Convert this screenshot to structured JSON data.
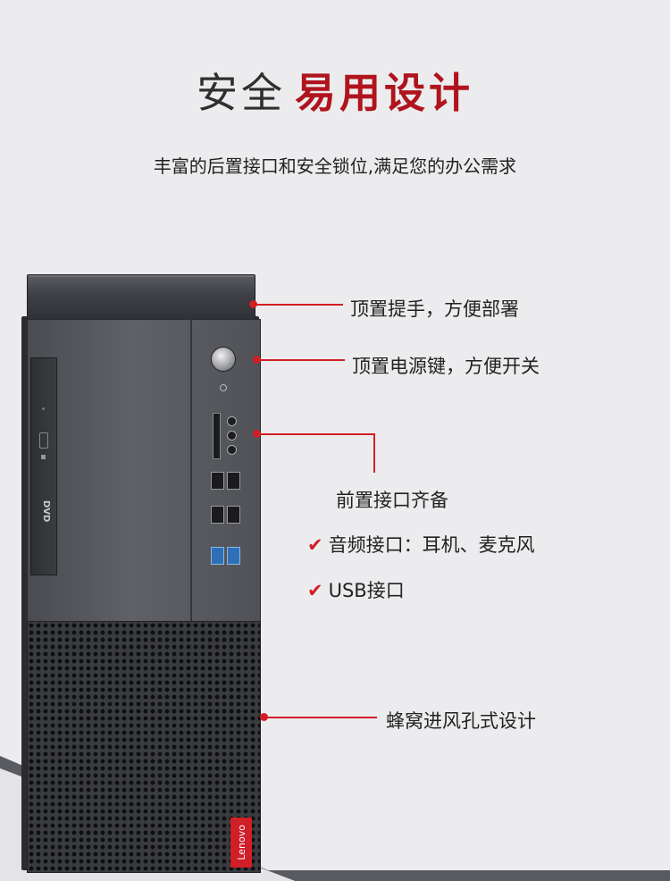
{
  "header": {
    "title_main": "安全",
    "title_highlight": "易用设计",
    "subtitle": "丰富的后置接口和安全锁位,满足您的办公需求"
  },
  "callouts": {
    "handle": "顶置提手，方便部署",
    "power": "顶置电源键，方便开关",
    "front_io_title": "前置接口齐备",
    "audio": "音频接口：耳机、麦克风",
    "usb": "USB接口",
    "vent": "蜂窝进风孔式设计"
  },
  "product": {
    "brand": "Lenovo",
    "drive_logo": "DVD"
  },
  "colors": {
    "accent": "#d21f26",
    "title_highlight": "#b0141d",
    "background": "#ececee",
    "case": "#2b2c30"
  }
}
